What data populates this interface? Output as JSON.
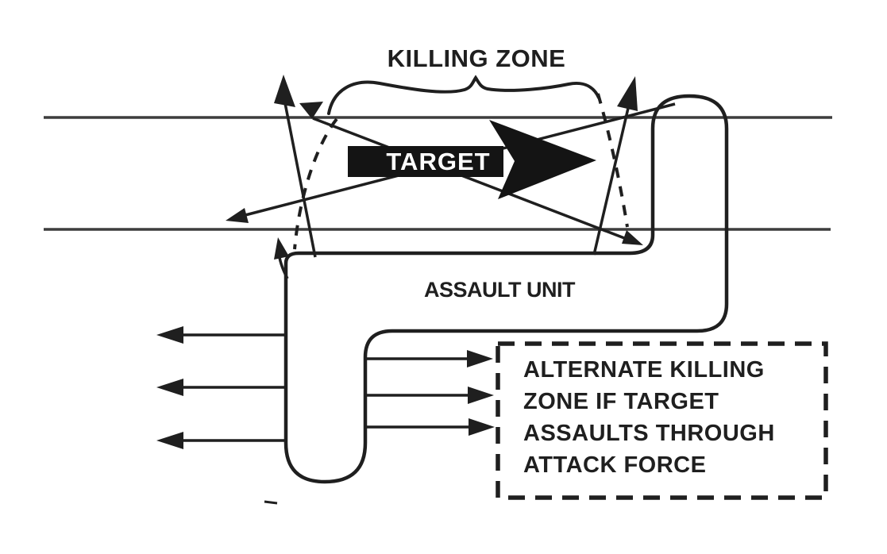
{
  "diagram": {
    "labels": {
      "killing_zone": "KILLING ZONE",
      "target": "TARGET",
      "assault_unit": "ASSAULT UNIT"
    },
    "alternate_zone_note": {
      "lines": [
        "ALTERNATE KILLING",
        "ZONE IF TARGET",
        "ASSAULTS THROUGH",
        "ATTACK FORCE"
      ]
    },
    "colors": {
      "ink": "#1f1f1f",
      "road": "#3d3d3d",
      "target_banner": "#141414",
      "target_text": "#ffffff",
      "background": "#ffffff"
    }
  }
}
